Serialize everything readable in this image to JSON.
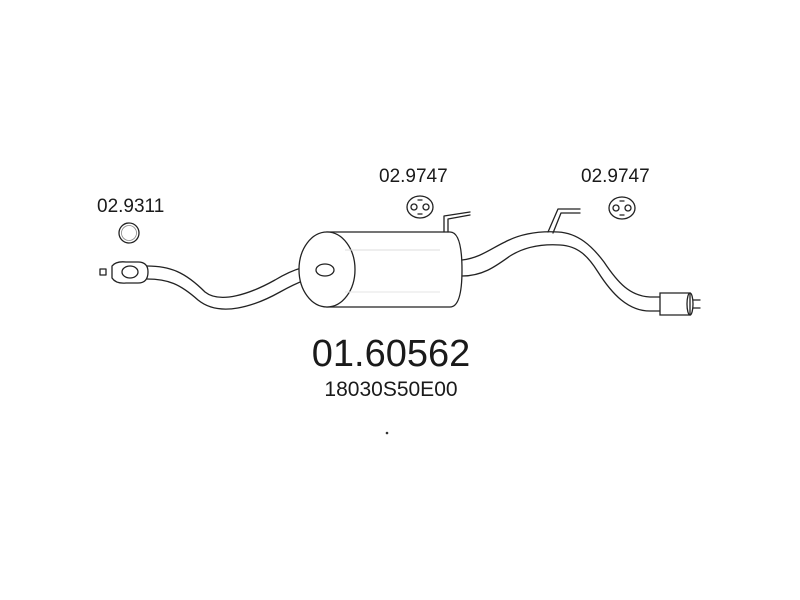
{
  "diagram": {
    "main_part_number": "01.60562",
    "oem_number": "18030S50E00",
    "parts": [
      {
        "label": "02.9311",
        "kind": "gasket-ring"
      },
      {
        "label": "02.9747",
        "kind": "rubber-hanger"
      },
      {
        "label": "02.9747",
        "kind": "rubber-hanger"
      }
    ],
    "colors": {
      "line": "#222222",
      "shade": "#e0e0e0",
      "background": "#ffffff"
    }
  }
}
